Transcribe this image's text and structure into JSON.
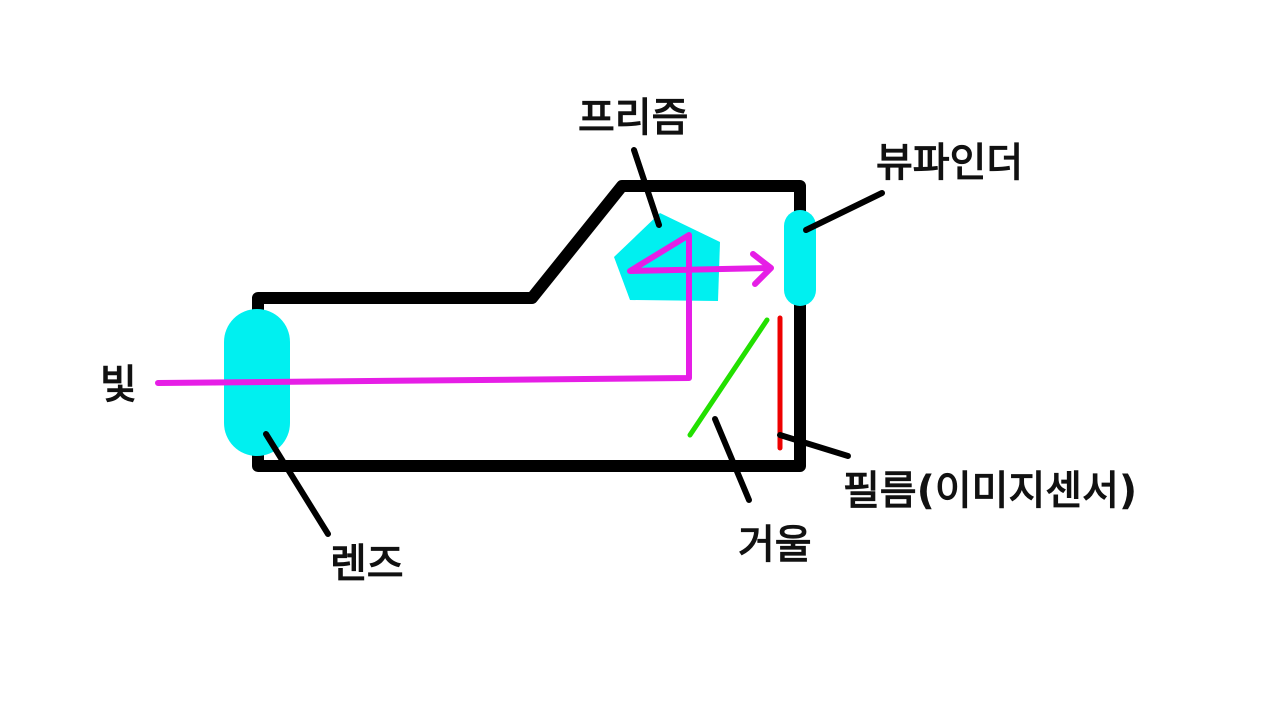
{
  "labels": {
    "light": "빛",
    "lens": "렌즈",
    "prism": "프리즘",
    "viewfinder": "뷰파인더",
    "mirror": "거울",
    "film": "필름(이미지센서)"
  },
  "colors": {
    "body_outline": "#000000",
    "optics_fill": "#00f0f0",
    "light_path": "#e61ee6",
    "mirror": "#22e000",
    "film": "#ee0000",
    "leader_line": "#000000",
    "text": "#111111",
    "background": "#ffffff"
  }
}
